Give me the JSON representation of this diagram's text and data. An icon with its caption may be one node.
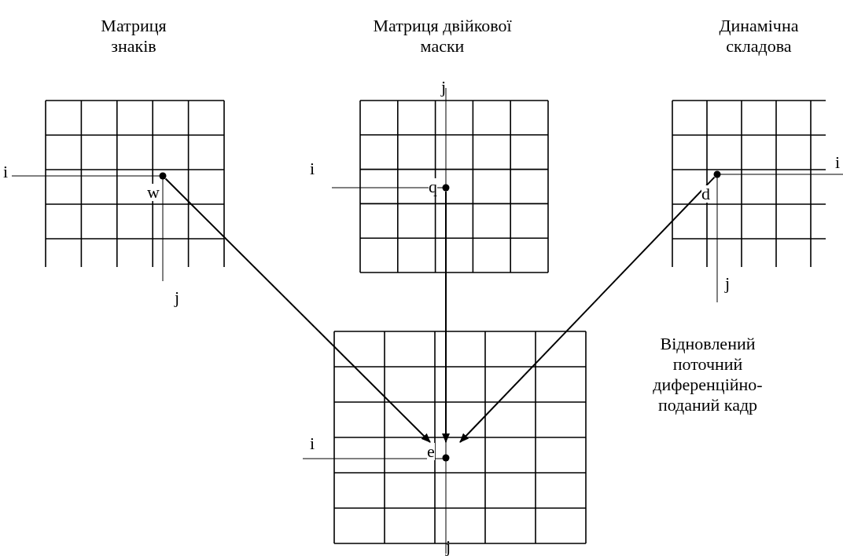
{
  "diagram": {
    "nodes": [
      {
        "text": [
          "Матриця знаків"
        ]
      },
      {
        "text": [
          "Матриця двійкової маски"
        ]
      },
      {
        "text": [
          "Динамічна складова"
        ]
      },
      {
        "text": [
          "Відновлений поточний диференційно-поданий кадр"
        ]
      },
      {
        "text": [
          "w"
        ],
        "in": 0
      },
      {
        "text": [
          "q"
        ],
        "in": 1
      },
      {
        "text": [
          "d"
        ],
        "in": 2
      },
      {
        "text": [
          "e"
        ],
        "in": 3
      }
    ],
    "edges": [
      {
        "from": 4,
        "to": 7,
        "arrow": "to"
      },
      {
        "from": 5,
        "to": 7,
        "arrow": "to"
      },
      {
        "from": 6,
        "to": 7,
        "arrow": "to"
      }
    ],
    "labels": [
      "i",
      "j",
      "j",
      "i",
      "i",
      "j",
      "i",
      "j"
    ]
  }
}
